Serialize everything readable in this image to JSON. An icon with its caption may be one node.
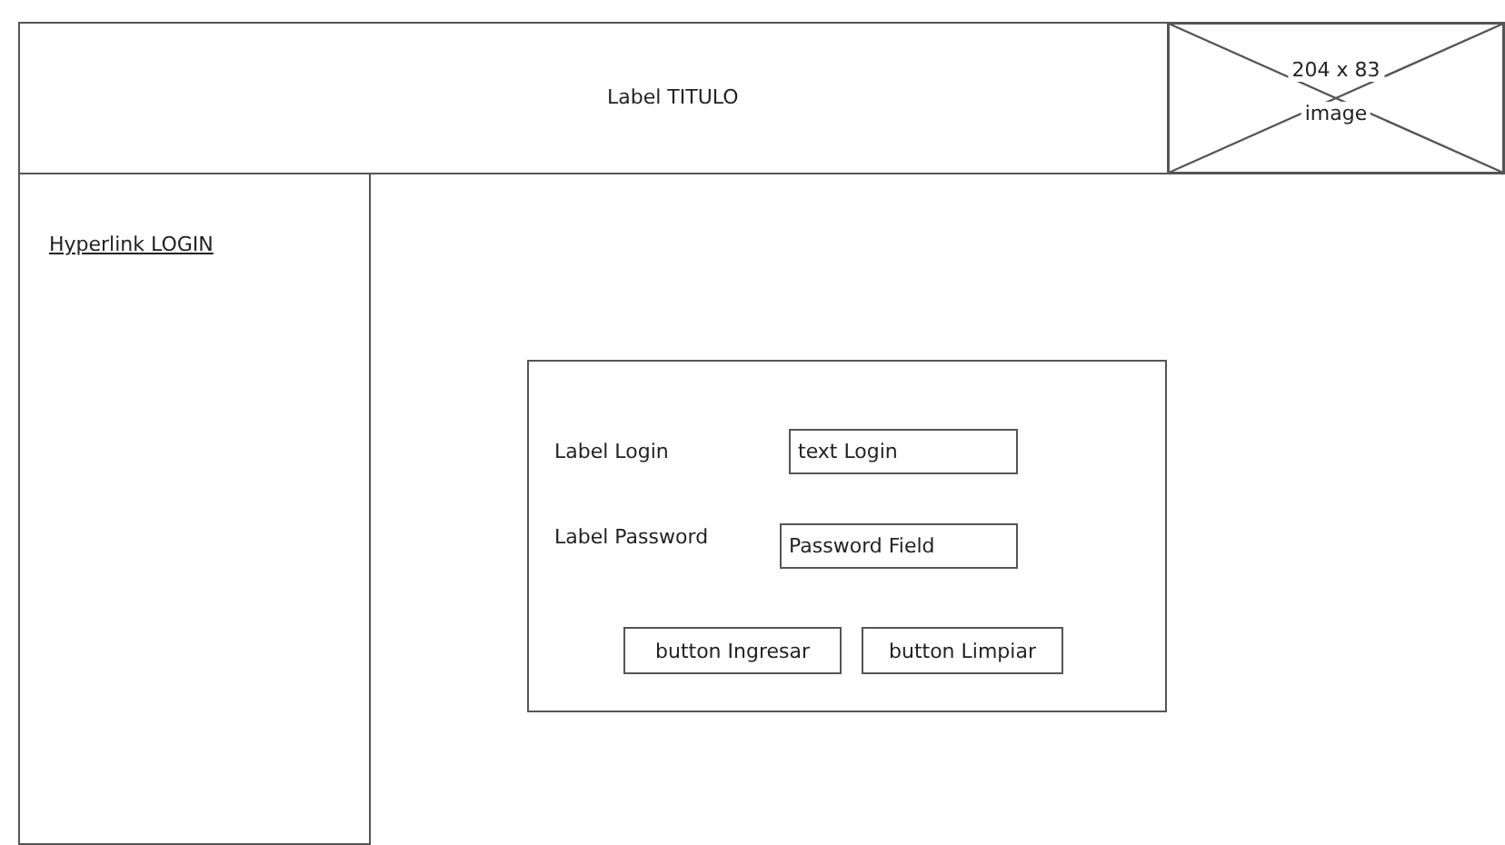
{
  "diagram": {
    "nodes": [
      {
        "text": [
          "Label TITULO"
        ]
      },
      {
        "text": [
          "204 x 83",
          "image"
        ],
        "in": 0
      },
      {
        "text": [
          "Hyperlink LOGIN"
        ]
      },
      {
        "text": [],
        "shape": "box"
      },
      {
        "text": [
          "text Login"
        ],
        "in": 3
      },
      {
        "text": [
          "Password Field"
        ],
        "in": 3
      },
      {
        "text": [
          "button Ingresar"
        ],
        "in": 3
      },
      {
        "text": [
          "button Limpiar"
        ],
        "in": 3
      }
    ],
    "edges": [],
    "labels": [
      "Label Login",
      "Label Password"
    ]
  }
}
